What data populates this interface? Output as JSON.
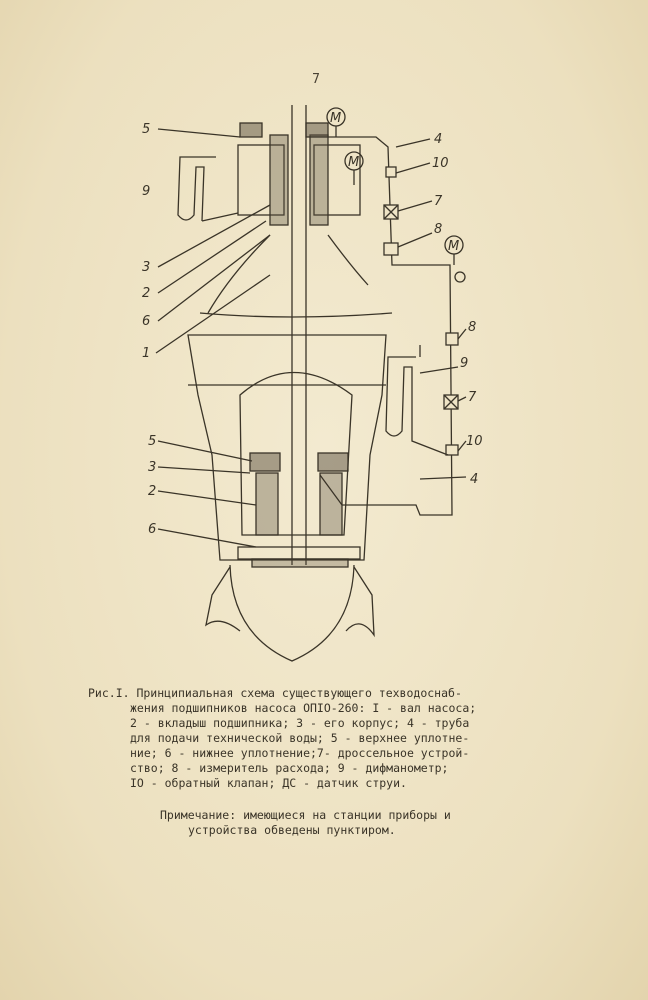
{
  "page_number": "7",
  "figure": {
    "labels_left_top": [
      "5",
      "9",
      "3",
      "2",
      "6",
      "1"
    ],
    "labels_left_bottom": [
      "5",
      "3",
      "2",
      "6"
    ],
    "labels_right_top": [
      "4",
      "10",
      "7",
      "8"
    ],
    "labels_right_bottom": [
      "8",
      "9",
      "7",
      "10",
      "4"
    ],
    "gauge_symbol": "M"
  },
  "caption": {
    "lines": [
      "Рис.I. Принципиальная схема существующего техводоснаб-",
      "жения подшипников насоса ОПIО-260: I - вал насоса;",
      "2 - вкладыш подшипника; 3 - его корпус; 4 - труба",
      "для подачи технической воды; 5 - верхнее уплотне-",
      "ние; 6 - нижнее уплотнение;7- дроссельное устрой-",
      "ство; 8 - измеритель расхода; 9 - дифманометр;",
      "IO - обратный клапан; ДС - датчик струи."
    ]
  },
  "note": {
    "lines": [
      "Примечание: имеющиеся на станции приборы и",
      "устройства обведены пунктиром."
    ]
  }
}
